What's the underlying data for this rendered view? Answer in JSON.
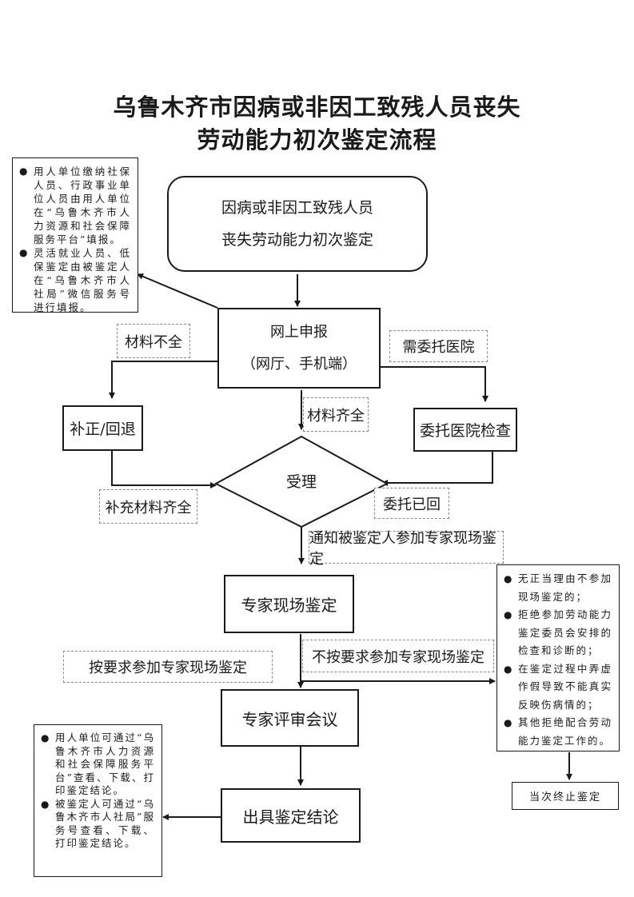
{
  "title": {
    "line1": "乌鲁木齐市因病或非因工致残人员丧失",
    "line2": "劳动能力初次鉴定流程"
  },
  "nodes": {
    "start": {
      "line1": "因病或非因工致残人员",
      "line2": "丧失劳动能力初次鉴定"
    },
    "online_apply": {
      "line1": "网上申报",
      "line2": "（网厅、手机端）"
    },
    "correct_return": "补正/回退",
    "hospital_check": "委托医院检查",
    "accept": "受理",
    "expert_onsite": "专家现场鉴定",
    "expert_review": "专家评审会议",
    "issue_conclusion": "出具鉴定结论",
    "terminate": "当次终止鉴定"
  },
  "edge_labels": {
    "materials_incomplete": "材料不全",
    "need_hospital": "需委托医院",
    "materials_complete": "材料齐全",
    "supplement_complete": "补充材料齐全",
    "hospital_returned": "委托已回",
    "notify_participate": "通知被鉴定人参加专家现场鉴定",
    "participate_as_required": "按要求参加专家现场鉴定",
    "not_participate": "不按要求参加专家现场鉴定"
  },
  "notes": {
    "apply_channels": [
      {
        "bullet": "●",
        "text": "用人单位缴纳社保人员、行政事业单位人员由用人单位在“乌鲁木齐市人力资源和社会保障服务平台”填报。"
      },
      {
        "bullet": "●",
        "text": "灵活就业人员、低保鉴定由被鉴定人在“乌鲁木齐市人社局”微信服务号进行填报。"
      }
    ],
    "termination_reasons": [
      {
        "bullet": "●",
        "text": "无正当理由不参加现场鉴定的；"
      },
      {
        "bullet": "●",
        "text": "拒绝参加劳动能力鉴定委员会安排的检查和诊断的；"
      },
      {
        "bullet": "●",
        "text": "在鉴定过程中弄虚作假导致不能真实反映伤病情的；"
      },
      {
        "bullet": "●",
        "text": "其他拒绝配合劳动能力鉴定工作的。"
      }
    ],
    "result_access": [
      {
        "bullet": "●",
        "text": "用人单位可通过“乌鲁木齐市人力资源和社会保障服务平台”查看、下载、打印鉴定结论。"
      },
      {
        "bullet": "●",
        "text": "被鉴定人可通过“乌鲁木齐市人社局”服务号查看、下载、打印鉴定结论。"
      }
    ]
  }
}
